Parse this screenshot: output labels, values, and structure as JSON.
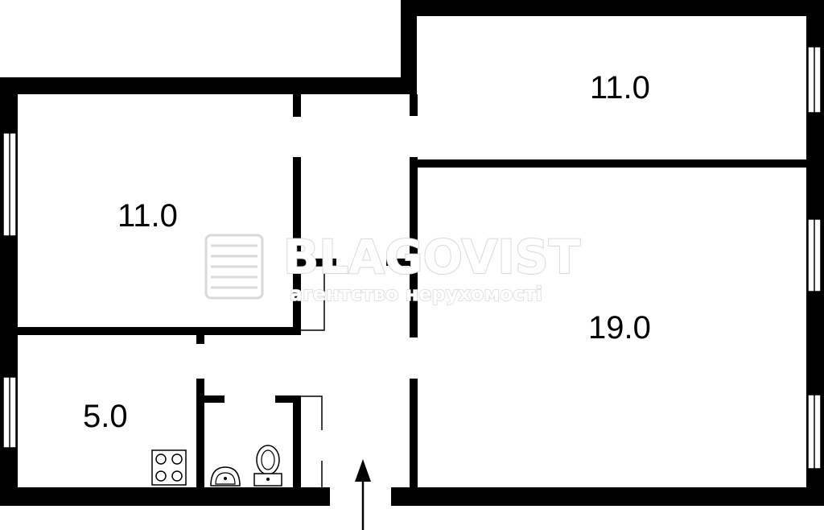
{
  "plan": {
    "rooms": [
      {
        "id": "room-top-right",
        "area": "11.0"
      },
      {
        "id": "room-top-left",
        "area": "11.0"
      },
      {
        "id": "room-right-large",
        "area": "19.0"
      },
      {
        "id": "room-kitchen",
        "area": "5.0"
      }
    ],
    "watermark": {
      "brand": "BLAGOVIST",
      "tagline": "агентство нерухомості",
      "color": "#d9d9d9"
    },
    "colors": {
      "wall": "#000000",
      "background": "#ffffff"
    },
    "icons": [
      "stove-icon",
      "sink-icon",
      "toilet-icon",
      "entrance-arrow-icon"
    ]
  }
}
